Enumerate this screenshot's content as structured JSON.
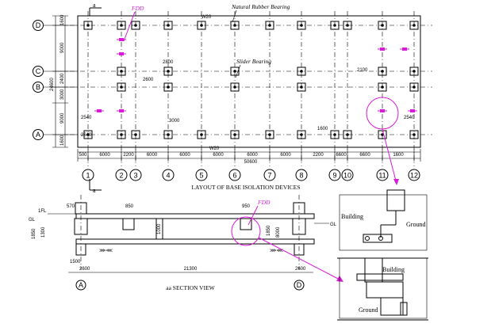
{
  "plan": {
    "title": "LAYOUT OF BASE ISOLATION DEVICES",
    "labels": {
      "natural_rubber": "Natural Rubber Bearing",
      "slider": "Slider Bearing",
      "fdd": "FDD",
      "section_mark": "a"
    },
    "col_axes": [
      "1",
      "2",
      "3",
      "4",
      "5",
      "6",
      "7",
      "8",
      "9",
      "10",
      "11",
      "12"
    ],
    "row_axes": [
      "D",
      "C",
      "B",
      "A"
    ],
    "dims_bottom": [
      "500",
      "6000",
      "2200",
      "6000",
      "6000",
      "6000",
      "6000",
      "6000",
      "2200",
      "6600",
      "6600",
      "1600"
    ],
    "beam_label": "W20",
    "total_length": "50600",
    "left_dims": [
      "1600",
      "9000",
      "2400",
      "3000",
      "9000",
      "1600"
    ],
    "left_total": "24600",
    "misc_dims": [
      "2540",
      "2800",
      "2600",
      "3000",
      "1600",
      "2100",
      "2640",
      "2540"
    ]
  },
  "section": {
    "title": "aa SECTION VIEW",
    "axes": [
      "A",
      "D"
    ],
    "labels": [
      "1FL",
      "GL",
      "GL",
      "FDD"
    ],
    "dims": [
      "570",
      "850",
      "950",
      "1850",
      "1300",
      "1000",
      "1500",
      "2600",
      "21300",
      "2600",
      "1850",
      "8000"
    ]
  },
  "detail_top": {
    "building": "Building",
    "ground": "Ground"
  },
  "detail_bottom": {
    "building": "Building",
    "ground": "Ground"
  }
}
